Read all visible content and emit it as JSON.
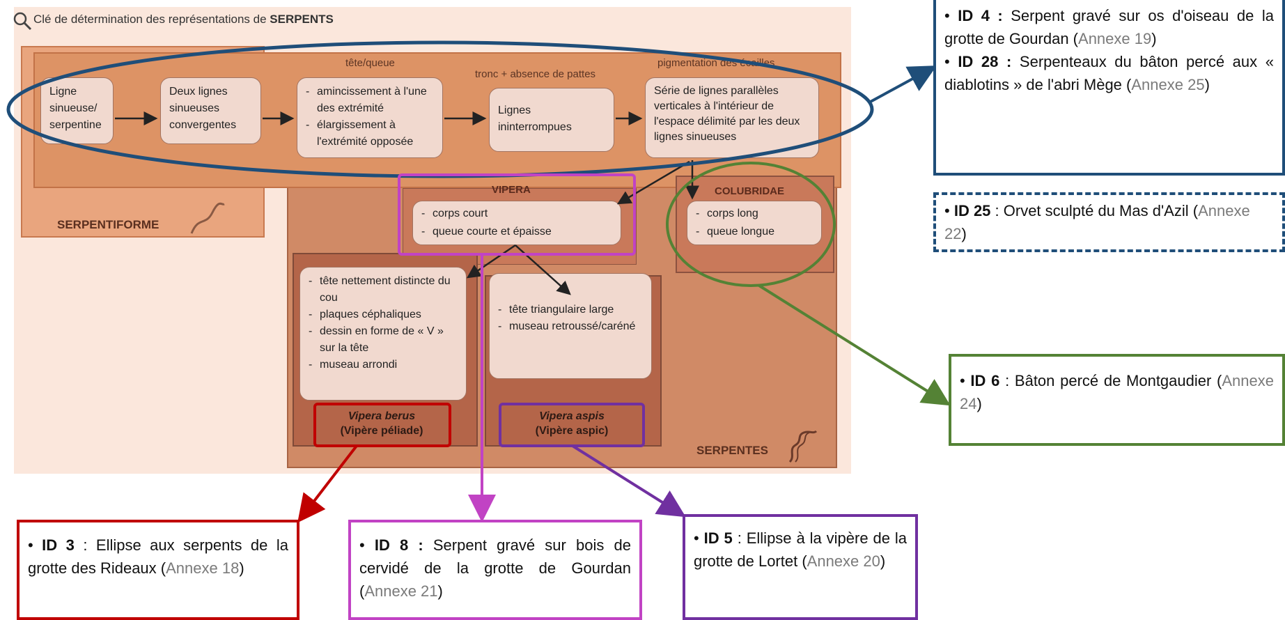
{
  "key": {
    "title_prefix": "Clé de détermination des représentations de ",
    "title_bold": "SERPENTS",
    "zones": {
      "serpentiforme": "SERPENTIFORME",
      "serpentes": "SERPENTES",
      "vipera": "VIPERA",
      "colubridae": "COLUBRIDAE"
    },
    "headers": {
      "tete_queue": "tête/queue",
      "tronc": "tronc + absence de pattes",
      "pigmentation": "pigmentation des écailles"
    },
    "nodes": {
      "ligne": "Ligne sinueuse/ serpentine",
      "deux_lignes": "Deux lignes sinueuses convergentes",
      "tete_queue": [
        "amincissement à l'une des extrémité",
        "élargissement à l'extrémité opposée"
      ],
      "ininterrompues": "Lignes ininterrompues",
      "serie": "Série de lignes parallèles verticales à l'intérieur de l'espace délimité par les deux lignes sinueuses",
      "vipera": [
        "corps court",
        "queue courte et épaisse"
      ],
      "colubridae": [
        "corps long",
        "queue longue"
      ],
      "berus": [
        "tête nettement distincte du cou",
        "plaques céphaliques",
        "dessin en forme de « V » sur la tête",
        "museau arrondi"
      ],
      "aspis": [
        "tête triangulaire large",
        "museau retroussé/caréné"
      ]
    },
    "species": {
      "berus_latin": "Vipera berus",
      "berus_common": "(Vipère péliade)",
      "aspis_latin": "Vipera aspis",
      "aspis_common": "(Vipère aspic)"
    }
  },
  "callouts": {
    "c1": [
      {
        "id": "ID 4 :",
        "text": " Serpent gravé sur os d'oiseau de la grotte de Gourdan (",
        "annex": "Annexe 19",
        "end": ")"
      },
      {
        "id": "ID 28 :",
        "text": " Serpenteaux du bâton percé aux « diablotins » de l'abri Mège (",
        "annex": "Annexe 25",
        "end": ")"
      }
    ],
    "c2": {
      "id": "ID 25",
      "text": " : Orvet sculpté du Mas d'Azil (",
      "annex": "Annexe 22",
      "end": ")"
    },
    "c3": {
      "id": "ID 6",
      "text": " : Bâton percé de Montgaudier (",
      "annex": "Annexe 24",
      "end": ")"
    },
    "c4": {
      "id": "ID 3",
      "text": " : Ellipse aux serpents de la grotte des Rideaux (",
      "annex": "Annexe 18",
      "end": ")"
    },
    "c5": {
      "id": "ID 8 :",
      "text": " Serpent gravé sur bois de cervidé de la grotte de Gourdan (",
      "annex": "Annexe 21",
      "end": ")"
    },
    "c6": {
      "id": "ID 5",
      "text": " : Ellipse à la vipère de la grotte de Lortet (",
      "annex": "Annexe 20",
      "end": ")"
    }
  },
  "colors": {
    "blue": "#1f4e79",
    "green": "#548235",
    "red": "#c00000",
    "magenta": "#c143c4",
    "purple": "#7030a0"
  }
}
